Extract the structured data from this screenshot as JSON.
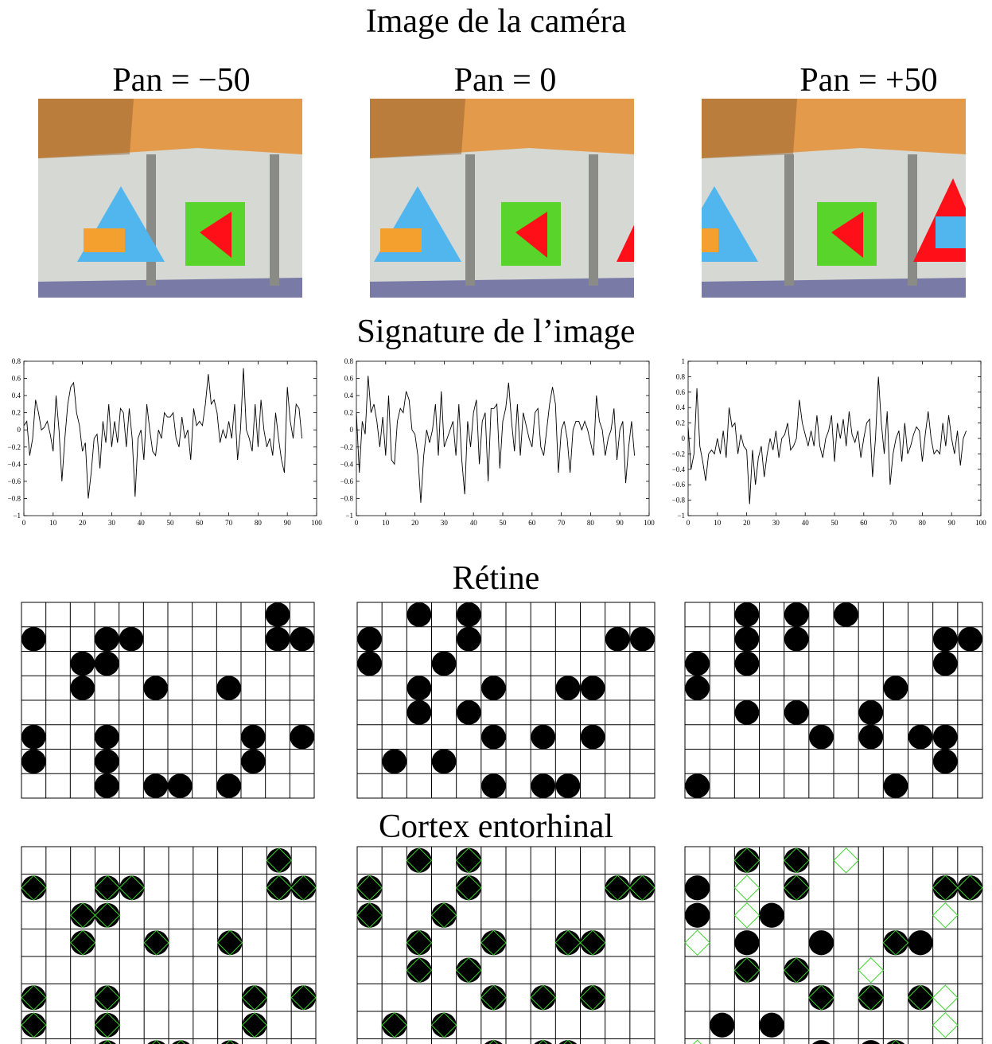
{
  "titles": {
    "camera": "Image de la caméra",
    "signature": "Signature de l’image",
    "retina": "Rétine",
    "cortex": "Cortex entorhinal"
  },
  "pans": [
    {
      "label": "Pan = −50",
      "shift": -50
    },
    {
      "label": "Pan = 0",
      "shift": 0
    },
    {
      "label": "Pan = +50",
      "shift": 50
    }
  ],
  "colors": {
    "wall": "#d6d8d4",
    "ceiling": "#e39a4a",
    "floor": "#7a7aa6",
    "green_square": "#58d42a",
    "red": "#ff1018",
    "blue": "#52b6ee",
    "orange": "#f3a02e",
    "grid": "#000000",
    "filled": "#000000",
    "diamond": "#39d42a",
    "trace": "#000000"
  },
  "chart_data": [
    {
      "type": "line",
      "xlim": [
        0,
        100
      ],
      "ylim": [
        -1,
        0.8
      ],
      "xticks": [
        "0",
        "10",
        "20",
        "30",
        "40",
        "50",
        "60",
        "70",
        "80",
        "90",
        "100"
      ],
      "yticks": [
        "0.8",
        "0.6",
        "0.4",
        "0.2",
        "0",
        "−0.2",
        "−0.4",
        "−0.6",
        "−0.8",
        "−1"
      ],
      "y": [
        0.05,
        0.1,
        -0.3,
        -0.1,
        0.35,
        0.2,
        0.0,
        0.03,
        0.1,
        -0.05,
        -0.25,
        0.4,
        0.0,
        -0.6,
        -0.1,
        0.3,
        0.5,
        0.55,
        0.2,
        0.05,
        -0.25,
        -0.15,
        -0.8,
        -0.5,
        -0.1,
        -0.05,
        -0.45,
        0.1,
        -0.15,
        0.3,
        -0.2,
        0.1,
        -0.15,
        0.25,
        0.2,
        -0.2,
        0.25,
        -0.1,
        -0.78,
        -0.1,
        0.0,
        -0.35,
        0.3,
        0.0,
        -0.25,
        -0.3,
        0.0,
        -0.1,
        0.2,
        0.15,
        0.15,
        0.2,
        -0.1,
        -0.2,
        0.15,
        -0.1,
        0.0,
        -0.35,
        0.25,
        0.05,
        0.1,
        0.05,
        0.3,
        0.65,
        0.3,
        0.35,
        0.2,
        -0.15,
        0.0,
        -0.1,
        0.1,
        -0.1,
        0.3,
        -0.35,
        0.0,
        0.72,
        0.0,
        -0.1,
        -0.25,
        0.3,
        -0.2,
        0.35,
        0.0,
        -0.2,
        -0.1,
        -0.3,
        0.2,
        -0.1,
        -0.35,
        -0.5,
        0.5,
        0.1,
        -0.1,
        0.3,
        0.25,
        -0.1
      ]
    },
    {
      "type": "line",
      "xlim": [
        0,
        100
      ],
      "ylim": [
        -1,
        0.8
      ],
      "xticks": [
        "0",
        "10",
        "20",
        "30",
        "40",
        "50",
        "60",
        "70",
        "80",
        "90",
        "100"
      ],
      "yticks": [
        "0.8",
        "0.6",
        "0.4",
        "0.2",
        "0",
        "−0.2",
        "−0.4",
        "−0.6",
        "−0.8",
        "−1"
      ],
      "y": [
        0.2,
        -0.5,
        0.1,
        -0.05,
        0.63,
        0.2,
        0.3,
        0.1,
        -0.2,
        0.15,
        -0.3,
        0.4,
        -0.35,
        -0.4,
        0.1,
        0.25,
        0.2,
        0.45,
        0.35,
        0.0,
        -0.05,
        -0.3,
        -0.85,
        -0.3,
        0.0,
        -0.15,
        0.0,
        0.3,
        -0.3,
        0.45,
        -0.2,
        -0.1,
        0.0,
        0.1,
        -0.3,
        0.3,
        -0.35,
        -0.75,
        0.1,
        -0.2,
        0.2,
        0.35,
        -0.4,
        0.1,
        0.2,
        -0.6,
        0.25,
        0.25,
        0.3,
        -0.45,
        0.1,
        0.25,
        0.55,
        0.1,
        -0.25,
        0.3,
        -0.3,
        0.2,
        0.05,
        -0.1,
        -0.2,
        0.2,
        0.25,
        -0.2,
        -0.3,
        0.0,
        0.3,
        0.5,
        0.3,
        -0.5,
        0.0,
        0.1,
        -0.1,
        -0.5,
        0.0,
        0.1,
        0.1,
        0.0,
        0.1,
        0.0,
        -0.15,
        -0.3,
        0.4,
        0.1,
        0.0,
        -0.3,
        -0.1,
        0.0,
        0.25,
        -0.35,
        0.0,
        0.1,
        -0.62,
        -0.2,
        0.1,
        -0.3
      ]
    },
    {
      "type": "line",
      "xlim": [
        0,
        100
      ],
      "ylim": [
        -1,
        1
      ],
      "xticks": [
        "0",
        "10",
        "20",
        "30",
        "40",
        "50",
        "60",
        "70",
        "80",
        "90",
        "100"
      ],
      "yticks": [
        "1",
        "0.8",
        "0.6",
        "0.4",
        "0.2",
        "0",
        "−0.2",
        "−0.4",
        "−0.6",
        "−0.8",
        "−1"
      ],
      "y": [
        0.15,
        -0.4,
        -0.2,
        0.65,
        -0.1,
        -0.3,
        -0.55,
        -0.2,
        -0.15,
        -0.2,
        0.0,
        -0.2,
        0.1,
        -0.25,
        0.4,
        0.15,
        0.2,
        -0.2,
        0.05,
        -0.1,
        -0.15,
        -0.85,
        -0.15,
        -0.6,
        -0.25,
        -0.1,
        -0.5,
        -0.2,
        0.0,
        -0.15,
        0.1,
        -0.25,
        0.0,
        0.05,
        0.2,
        -0.15,
        -0.1,
        0.0,
        0.5,
        0.2,
        0.05,
        -0.1,
        0.1,
        -0.1,
        0.3,
        -0.1,
        -0.25,
        0.0,
        0.1,
        0.3,
        -0.3,
        0.2,
        0.0,
        0.25,
        -0.1,
        0.35,
        0.05,
        -0.05,
        0.1,
        -0.25,
        0.0,
        0.2,
        0.25,
        -0.5,
        0.0,
        0.8,
        0.2,
        -0.2,
        0.35,
        -0.6,
        -0.2,
        0.0,
        0.1,
        -0.3,
        0.2,
        -0.2,
        -0.1,
        0.05,
        0.15,
        0.1,
        -0.3,
        0.05,
        0.35,
        0.0,
        -0.2,
        -0.15,
        -0.2,
        0.2,
        -0.1,
        0.3,
        0.0,
        -0.2,
        0.1,
        -0.35,
        0.0,
        0.1
      ]
    }
  ],
  "retina": [
    [
      [
        0,
        10
      ],
      [
        1,
        0
      ],
      [
        1,
        3
      ],
      [
        1,
        4
      ],
      [
        1,
        10
      ],
      [
        1,
        11
      ],
      [
        2,
        2
      ],
      [
        2,
        3
      ],
      [
        3,
        2
      ],
      [
        3,
        5
      ],
      [
        3,
        8
      ],
      [
        5,
        0
      ],
      [
        5,
        3
      ],
      [
        5,
        9
      ],
      [
        5,
        11
      ],
      [
        6,
        0
      ],
      [
        6,
        3
      ],
      [
        6,
        9
      ],
      [
        7,
        3
      ],
      [
        7,
        5
      ],
      [
        7,
        6
      ],
      [
        7,
        8
      ]
    ],
    [
      [
        0,
        2
      ],
      [
        0,
        4
      ],
      [
        1,
        0
      ],
      [
        1,
        4
      ],
      [
        1,
        10
      ],
      [
        1,
        11
      ],
      [
        2,
        0
      ],
      [
        2,
        3
      ],
      [
        3,
        2
      ],
      [
        3,
        5
      ],
      [
        3,
        8
      ],
      [
        3,
        9
      ],
      [
        4,
        2
      ],
      [
        4,
        4
      ],
      [
        5,
        5
      ],
      [
        5,
        7
      ],
      [
        5,
        9
      ],
      [
        6,
        1
      ],
      [
        6,
        3
      ],
      [
        7,
        5
      ],
      [
        7,
        7
      ],
      [
        7,
        8
      ]
    ],
    [
      [
        0,
        2
      ],
      [
        0,
        4
      ],
      [
        0,
        6
      ],
      [
        1,
        2
      ],
      [
        1,
        4
      ],
      [
        1,
        10
      ],
      [
        1,
        11
      ],
      [
        2,
        0
      ],
      [
        2,
        2
      ],
      [
        2,
        10
      ],
      [
        3,
        0
      ],
      [
        3,
        8
      ],
      [
        4,
        2
      ],
      [
        4,
        4
      ],
      [
        4,
        7
      ],
      [
        5,
        5
      ],
      [
        5,
        7
      ],
      [
        5,
        9
      ],
      [
        5,
        10
      ],
      [
        6,
        10
      ],
      [
        7,
        0
      ],
      [
        7,
        8
      ]
    ]
  ],
  "cortex": {
    "filled": [
      [
        [
          0,
          10
        ],
        [
          1,
          0
        ],
        [
          1,
          3
        ],
        [
          1,
          4
        ],
        [
          1,
          10
        ],
        [
          1,
          11
        ],
        [
          2,
          2
        ],
        [
          2,
          3
        ],
        [
          3,
          2
        ],
        [
          3,
          5
        ],
        [
          3,
          8
        ],
        [
          5,
          0
        ],
        [
          5,
          3
        ],
        [
          5,
          9
        ],
        [
          5,
          11
        ],
        [
          6,
          0
        ],
        [
          6,
          3
        ],
        [
          6,
          9
        ],
        [
          7,
          3
        ],
        [
          7,
          5
        ],
        [
          7,
          6
        ],
        [
          7,
          8
        ]
      ],
      [
        [
          0,
          2
        ],
        [
          0,
          4
        ],
        [
          1,
          0
        ],
        [
          1,
          4
        ],
        [
          1,
          10
        ],
        [
          1,
          11
        ],
        [
          2,
          0
        ],
        [
          2,
          3
        ],
        [
          3,
          2
        ],
        [
          3,
          5
        ],
        [
          3,
          8
        ],
        [
          3,
          9
        ],
        [
          4,
          2
        ],
        [
          4,
          4
        ],
        [
          5,
          5
        ],
        [
          5,
          7
        ],
        [
          5,
          9
        ],
        [
          6,
          1
        ],
        [
          6,
          3
        ],
        [
          7,
          5
        ],
        [
          7,
          7
        ],
        [
          7,
          8
        ]
      ],
      [
        [
          0,
          2
        ],
        [
          0,
          4
        ],
        [
          1,
          0
        ],
        [
          1,
          4
        ],
        [
          1,
          10
        ],
        [
          1,
          11
        ],
        [
          2,
          0
        ],
        [
          2,
          3
        ],
        [
          3,
          2
        ],
        [
          3,
          5
        ],
        [
          3,
          8
        ],
        [
          3,
          9
        ],
        [
          4,
          2
        ],
        [
          4,
          4
        ],
        [
          5,
          5
        ],
        [
          5,
          7
        ],
        [
          5,
          9
        ],
        [
          6,
          1
        ],
        [
          6,
          3
        ],
        [
          7,
          5
        ],
        [
          7,
          7
        ],
        [
          7,
          8
        ]
      ]
    ],
    "diamonds": [
      [
        [
          0,
          10
        ],
        [
          1,
          0
        ],
        [
          1,
          3
        ],
        [
          1,
          4
        ],
        [
          1,
          10
        ],
        [
          1,
          11
        ],
        [
          2,
          2
        ],
        [
          2,
          3
        ],
        [
          3,
          2
        ],
        [
          3,
          5
        ],
        [
          3,
          8
        ],
        [
          5,
          0
        ],
        [
          5,
          3
        ],
        [
          5,
          9
        ],
        [
          5,
          11
        ],
        [
          6,
          0
        ],
        [
          6,
          3
        ],
        [
          6,
          9
        ],
        [
          7,
          3
        ],
        [
          7,
          5
        ],
        [
          7,
          6
        ],
        [
          7,
          8
        ]
      ],
      [
        [
          0,
          2
        ],
        [
          0,
          4
        ],
        [
          1,
          0
        ],
        [
          1,
          4
        ],
        [
          1,
          10
        ],
        [
          1,
          11
        ],
        [
          2,
          0
        ],
        [
          2,
          3
        ],
        [
          3,
          2
        ],
        [
          3,
          5
        ],
        [
          3,
          8
        ],
        [
          3,
          9
        ],
        [
          4,
          2
        ],
        [
          4,
          4
        ],
        [
          5,
          5
        ],
        [
          5,
          7
        ],
        [
          5,
          9
        ],
        [
          6,
          1
        ],
        [
          6,
          3
        ],
        [
          7,
          5
        ],
        [
          7,
          7
        ],
        [
          7,
          8
        ]
      ],
      [
        [
          0,
          2
        ],
        [
          0,
          4
        ],
        [
          0,
          6
        ],
        [
          1,
          2
        ],
        [
          1,
          4
        ],
        [
          1,
          10
        ],
        [
          1,
          11
        ],
        [
          2,
          2
        ],
        [
          2,
          10
        ],
        [
          3,
          0
        ],
        [
          3,
          8
        ],
        [
          4,
          2
        ],
        [
          4,
          4
        ],
        [
          4,
          7
        ],
        [
          5,
          5
        ],
        [
          5,
          7
        ],
        [
          5,
          9
        ],
        [
          5,
          10
        ],
        [
          6,
          10
        ],
        [
          7,
          0
        ],
        [
          7,
          8
        ]
      ]
    ]
  }
}
